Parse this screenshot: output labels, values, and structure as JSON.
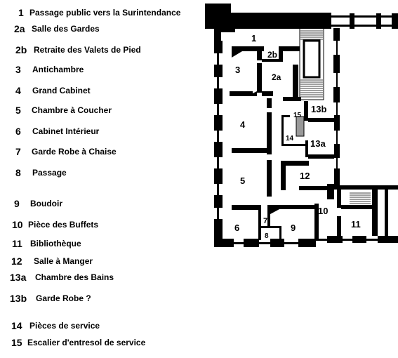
{
  "legend": [
    {
      "num": "1",
      "label": "Passage public vers la Surintendance"
    },
    {
      "num": "2a",
      "label": "Salle des Gardes"
    },
    {
      "num": "2b",
      "label": "Retraite des Valets de Pied"
    },
    {
      "num": "3",
      "label": "Antichambre"
    },
    {
      "num": "4",
      "label": "Grand Cabinet"
    },
    {
      "num": "5",
      "label": "Chambre à Coucher"
    },
    {
      "num": "6",
      "label": "Cabinet Intérieur"
    },
    {
      "num": "7",
      "label": "Garde Robe à Chaise"
    },
    {
      "num": "8",
      "label": "Passage"
    },
    {
      "num": "9",
      "label": "Boudoir"
    },
    {
      "num": "10",
      "label": "Pièce des Buffets"
    },
    {
      "num": "11",
      "label": "Bibliothèque"
    },
    {
      "num": "12",
      "label": "Salle à Manger"
    },
    {
      "num": "13a",
      "label": "Chambre des Bains"
    },
    {
      "num": "13b",
      "label": "Garde Robe ?"
    },
    {
      "num": "14",
      "label": "Pièces de service"
    },
    {
      "num": "15",
      "label": "Escalier d'entresol de service"
    }
  ],
  "plan_labels": {
    "r1": "1",
    "r2b": "2b",
    "r3": "3",
    "r2a": "2a",
    "r4": "4",
    "r15": "15",
    "r13b": "13b",
    "r14": "14",
    "r13a": "13a",
    "r12": "12",
    "r5": "5",
    "r10": "10",
    "r11": "11",
    "r6": "6",
    "r7": "7",
    "r9": "9",
    "r8": "8"
  }
}
